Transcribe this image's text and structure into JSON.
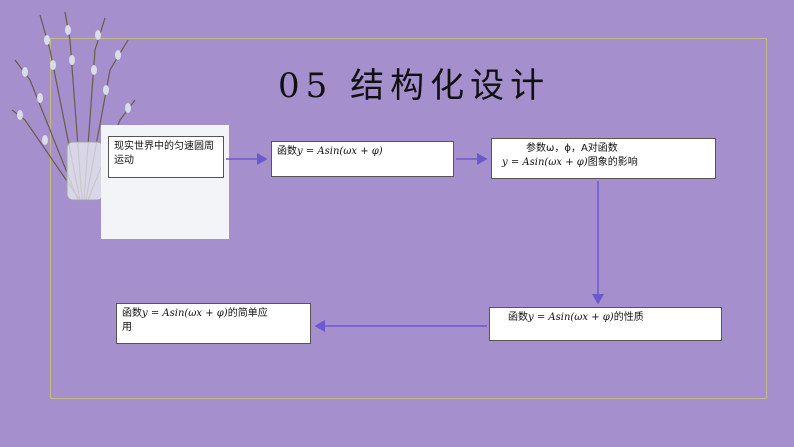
{
  "title": "05  结构化设计",
  "colors": {
    "background": "#a68fcd",
    "frame": "#c9b48b",
    "arrow": "#6a5acd"
  },
  "nodes": {
    "motion": {
      "text": "现实世界中的匀速圆周运动"
    },
    "function": {
      "prefix": "函数",
      "formula": "y = Asin(ωx + φ)"
    },
    "params": {
      "line1": "参数ω，ϕ，A对函数",
      "formula": "y = Asin(ωx + φ)",
      "suffix": "图象的影响"
    },
    "properties": {
      "prefix": "函数",
      "formula": "y = Asin(ωx + φ)",
      "suffix": "的性质"
    },
    "application": {
      "prefix": "函数",
      "formula": "y = Asin(ωx + φ)",
      "suffix": "的简单应",
      "line2": "用"
    }
  },
  "decor": {
    "icon": "pussy-willow-vase-icon"
  }
}
